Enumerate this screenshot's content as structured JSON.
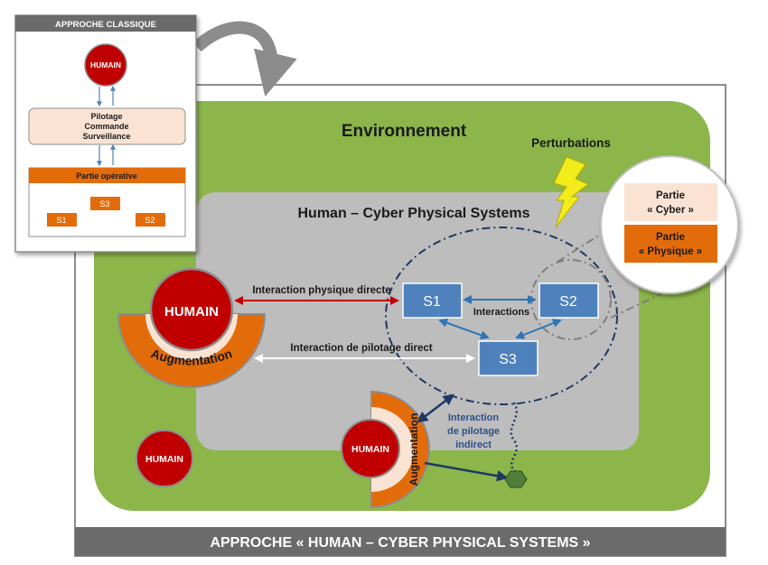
{
  "colors": {
    "green": "#8cb64a",
    "grey_panel": "#bdbdbd",
    "dark_grey": "#5f5f5f",
    "orange": "#e36c0a",
    "peach": "#fbe3d4",
    "red": "#c00000",
    "blue_box": "#4f81bd",
    "navy": "#1f3864",
    "yellow": "#f2ec1a"
  },
  "classic": {
    "title": "APPROCHE CLASSIQUE",
    "human": "HUMAIN",
    "control_lines": [
      "Pilotage",
      "Commande",
      "Surveillance"
    ],
    "operative_title": "Partie opérative",
    "s3": "S3",
    "s1": "S1",
    "s2": "S2"
  },
  "environment_label": "Environnement",
  "hcps_title": "Human – Cyber Physical Systems",
  "perturbations_label": "Perturbations",
  "callout": {
    "cyber_lines": [
      "Partie",
      "« Cyber »"
    ],
    "physique_lines": [
      "Partie",
      "« Physique »"
    ]
  },
  "main": {
    "human_main": "HUMAIN",
    "augmentation": "Augmentation",
    "human_small": "HUMAIN",
    "augmentation_small": "Augmentation",
    "human_outside": "HUMAIN",
    "s1": "S1",
    "s2": "S2",
    "s3": "S3"
  },
  "labels": {
    "physical_direct": "Interaction physique directe",
    "interactions": "Interactions",
    "pilotage_direct": "Interaction de pilotage direct",
    "pilotage_indirect_lines": [
      "Interaction",
      "de pilotage",
      "indirect"
    ]
  },
  "banner": "APPROCHE « HUMAN – CYBER PHYSICAL SYSTEMS »",
  "icons": {
    "lightning": "lightning-icon",
    "curved_arrow": "curved-arrow-icon",
    "hexagon": "hexagon-target-icon"
  }
}
